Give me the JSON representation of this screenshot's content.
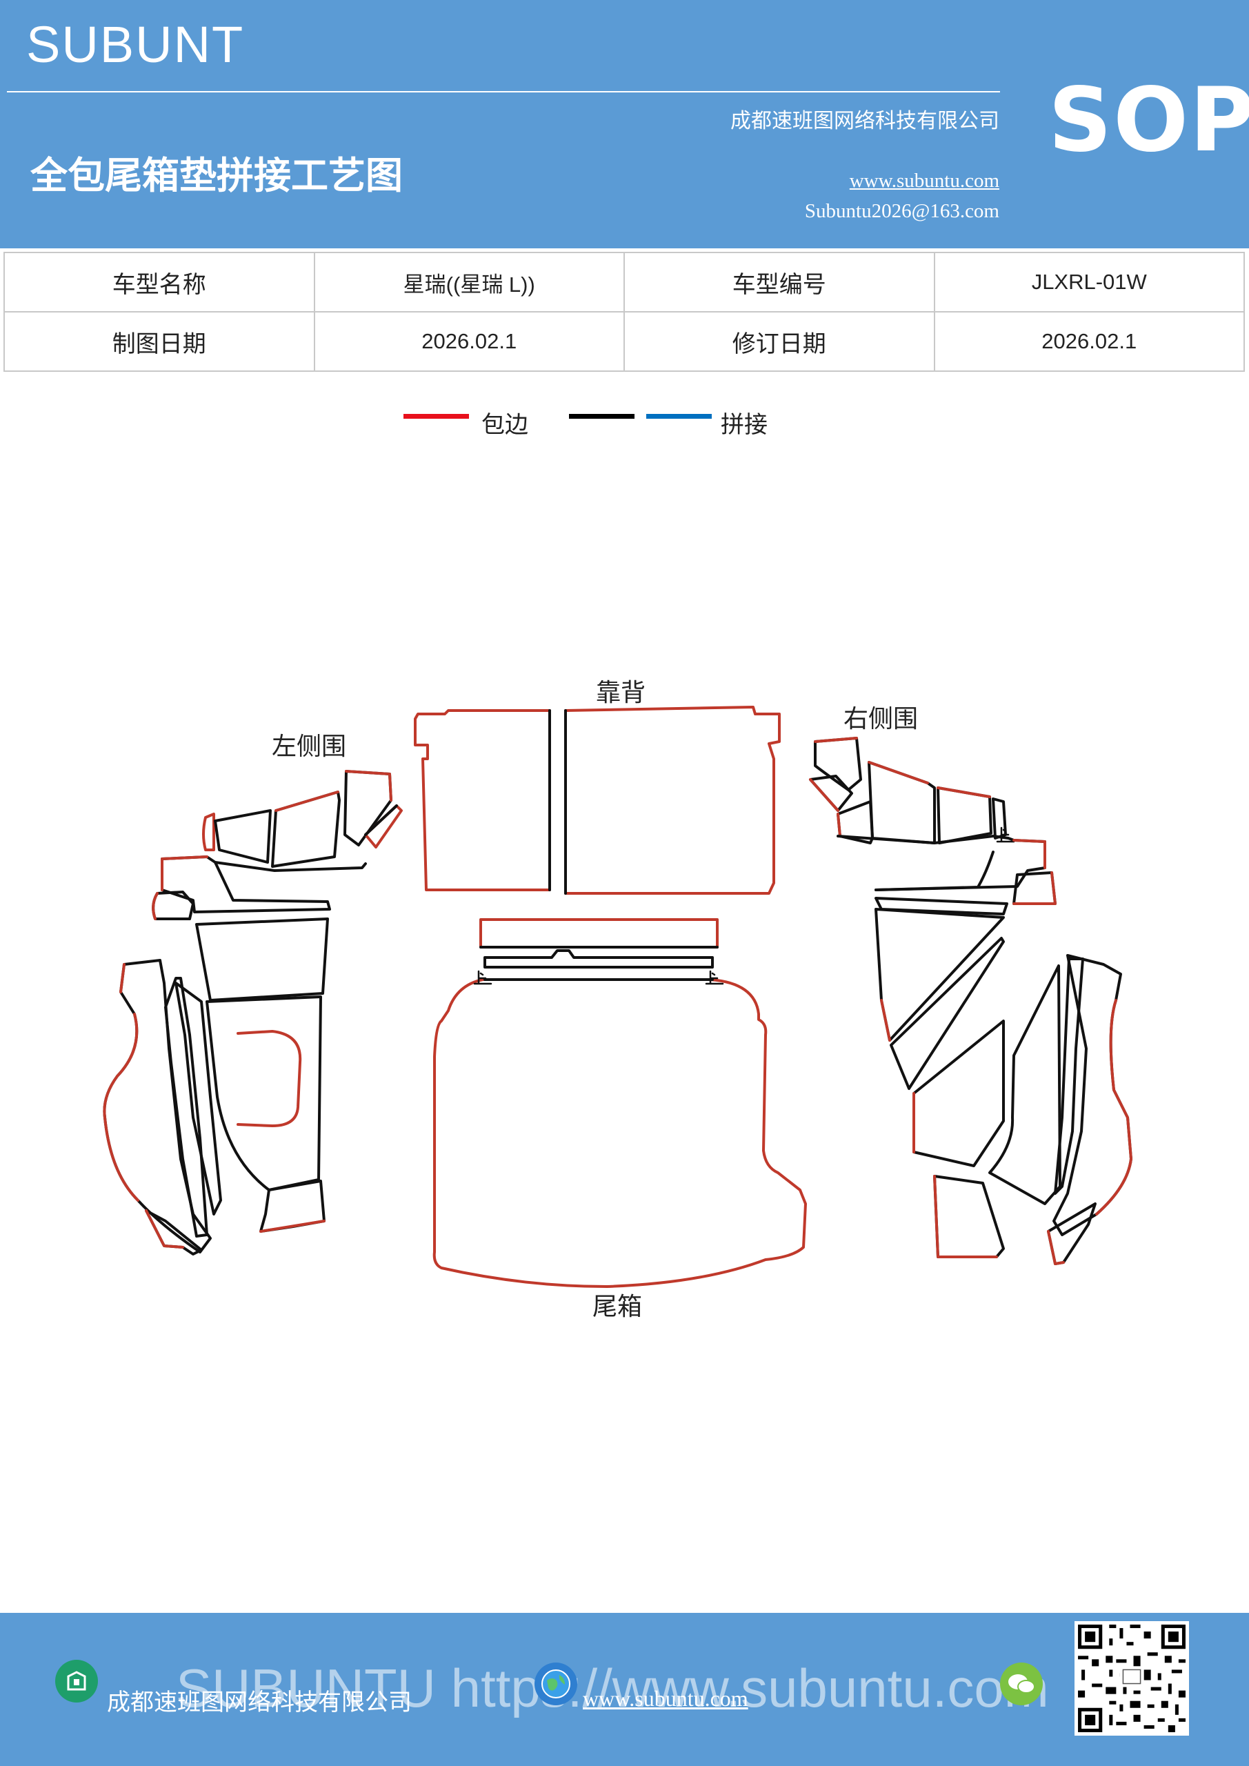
{
  "header": {
    "brand": "SUBUNT",
    "title": "全包尾箱垫拼接工艺图",
    "company": "成都速班图网络科技有限公司",
    "website": "www.subuntu.com",
    "email": "Subuntu2026@163.com",
    "badge": "SOP"
  },
  "info_table": {
    "model_name_label": "车型名称",
    "model_name_value": "星瑞((星瑞 L))",
    "model_code_label": "车型编号",
    "model_code_value": "JLXRL-01W",
    "draw_date_label": "制图日期",
    "draw_date_value": "2026.02.1",
    "revise_date_label": "修订日期",
    "revise_date_value": "2026.02.1"
  },
  "legend": {
    "edging_label": "包边",
    "splice_label": "拼接",
    "colors": {
      "edging": "#e8101c",
      "splice_black": "#000000",
      "splice_blue": "#0070c0"
    }
  },
  "diagram": {
    "left_side_label": "左侧围",
    "backrest_label": "靠背",
    "right_side_label": "右侧围",
    "trunk_label": "尾箱",
    "stop_mark": "止"
  },
  "footer": {
    "company": "成都速班图网络科技有限公司",
    "website": "www.subuntu.com",
    "watermark": "SUBUNTU https://www.subuntu.com"
  },
  "colors": {
    "header_bg": "#5b9bd5",
    "edge_red": "#c0392b",
    "line_black": "#111111"
  }
}
